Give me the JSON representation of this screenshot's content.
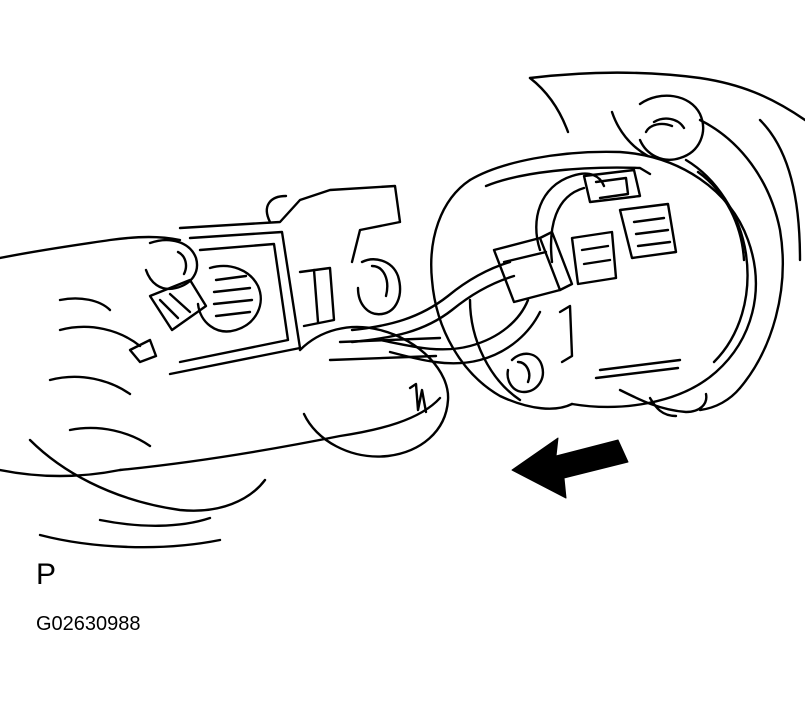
{
  "figure": {
    "step_letter": "P",
    "figure_code": "G02630988"
  },
  "illustration": {
    "subject": "hands-separating-two-cylindrical-housings-with-wire-connector",
    "arrow_direction": "left-down",
    "ink_color": "#000000",
    "paper_color": "#ffffff"
  }
}
